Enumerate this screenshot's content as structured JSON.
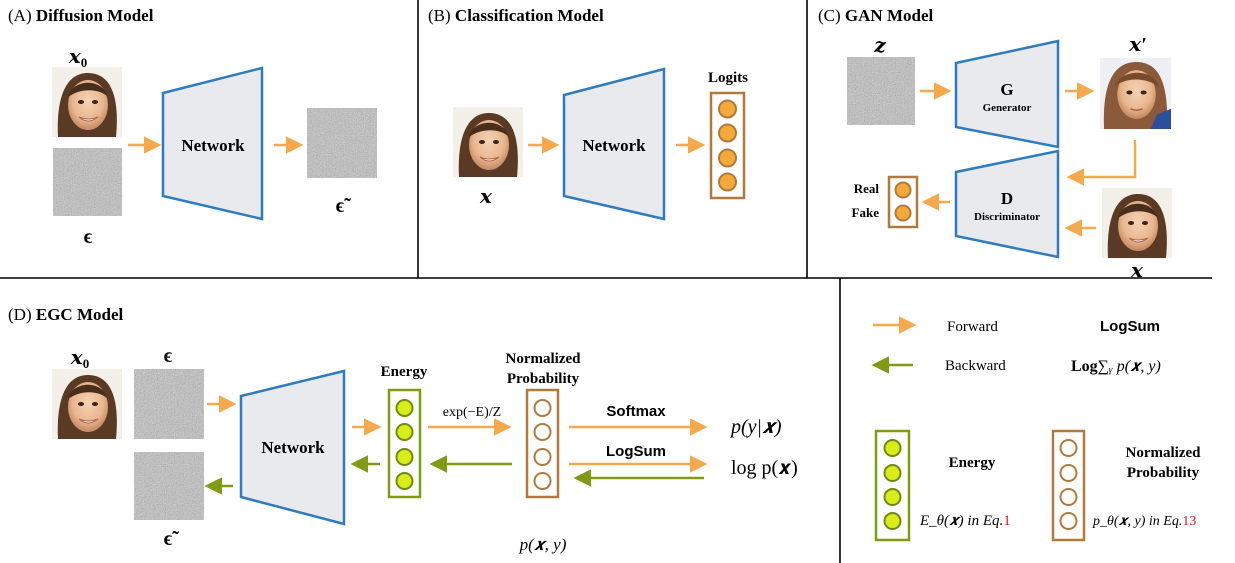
{
  "colors": {
    "net_fill": "#e8eaee",
    "net_stroke": "#2e7bc0",
    "forward": "#f4a94c",
    "backward": "#7f9a14",
    "orange_node": "#f6a93a",
    "orange_border": "#b07a3d",
    "green_node": "#d8ec1a",
    "green_border": "#7f9a14",
    "noise": "#777777",
    "eq_ref": "#e01b1b"
  },
  "panel_a": {
    "letter": "(A)",
    "name": "Diffusion Model",
    "x0_sym": "𝒙",
    "x0_sub": "0",
    "network": "Network",
    "eps": "ϵ",
    "eps_tilde": "ϵ̃"
  },
  "panel_b": {
    "letter": "(B)",
    "name": "Classification Model",
    "network": "Network",
    "logits": "Logits",
    "x": "𝒙"
  },
  "panel_c": {
    "letter": "(C)",
    "name": "GAN Model",
    "z": "𝒛",
    "x_prime": "𝒙′",
    "x": "𝒙",
    "g_letter": "G",
    "g_name": "Generator",
    "d_letter": "D",
    "d_name": "Discriminator",
    "real": "Real",
    "fake": "Fake"
  },
  "panel_d": {
    "letter": "(D)",
    "name": "EGC Model",
    "x0_sym": "𝒙",
    "x0_sub": "0",
    "eps": "ϵ",
    "eps_tilde": "ϵ̃",
    "network": "Network",
    "energy": "Energy",
    "norm_prob_1": "Normalized",
    "norm_prob_2": "Probability",
    "exp_formula": "exp(−E)/Z",
    "softmax": "Softmax",
    "logsum": "LogSum",
    "p_y_given_x": "p(y|𝒙)",
    "log_px": "log p(𝒙)",
    "p_xy": "p(𝒙, y)"
  },
  "legend": {
    "forward": "Forward",
    "backward": "Backward",
    "logsum_title": "LogSum",
    "logsum_formula_bold": "Log",
    "logsum_formula_rest": "∑ᵧ p(𝒙, y)",
    "energy_label": "Energy",
    "energy_formula": "E_θ(𝒙) in Eq.",
    "energy_eq": "1",
    "norm_label_1": "Normalized",
    "norm_label_2": "Probability",
    "norm_formula": "p_θ(𝒙, y) in Eq.",
    "norm_eq": "13"
  }
}
